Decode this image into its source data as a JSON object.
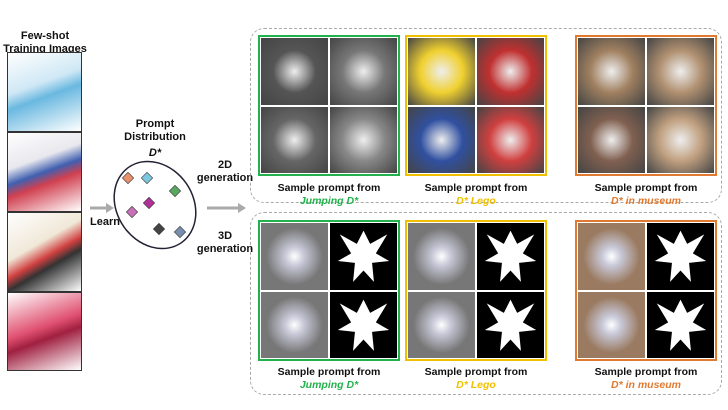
{
  "training": {
    "title_line1": "Few-shot",
    "title_line2": "Training Images",
    "image_count": 4
  },
  "learn_label": "Learn",
  "distribution": {
    "title_line1": "Prompt",
    "title_line2": "Distribution",
    "symbol": "D*",
    "token_colors": [
      "#e8906a",
      "#7cc8e0",
      "#5aa860",
      "#b0309a",
      "#c870b8",
      "#444444",
      "#7890b0"
    ]
  },
  "gen2d": {
    "line1": "2D",
    "line2": "generation"
  },
  "gen3d": {
    "line1": "3D",
    "line2": "generation"
  },
  "groups": [
    {
      "caption": "Sample prompt from",
      "prompt": "Jumping D*",
      "color": "#22b14c"
    },
    {
      "caption": "Sample prompt from",
      "prompt": "D* Lego",
      "color": "#f0c000"
    },
    {
      "caption": "Sample prompt from",
      "prompt": "D* in museum",
      "color": "#e07a30"
    }
  ]
}
